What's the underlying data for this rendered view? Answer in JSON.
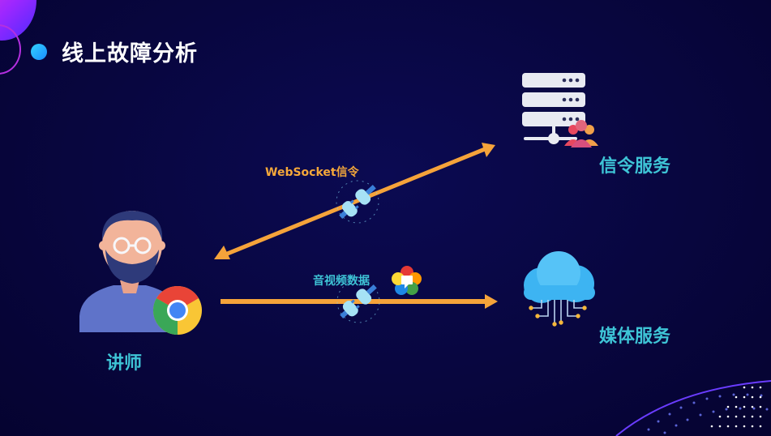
{
  "slide": {
    "title": "线上故障分析"
  },
  "nodes": {
    "teacher": {
      "label": "讲师"
    },
    "signaling": {
      "label": "信令服务"
    },
    "media": {
      "label": "媒体服务"
    }
  },
  "links": {
    "websocket": {
      "label": "WebSocket信令"
    },
    "av": {
      "label": "音视频数据"
    }
  },
  "icons": {
    "teacher_avatar": "person-with-glasses-icon",
    "browser": "chrome-icon",
    "server": "server-rack-icon",
    "users": "users-group-icon",
    "cloud": "cloud-network-icon",
    "plug_top": "plug-connector-icon",
    "plug_bottom": "plug-connector-icon",
    "webrtc": "webrtc-logo-icon"
  },
  "colors": {
    "background": "#08063f",
    "accent_orange": "#f5a33a",
    "accent_teal": "#3ec4d6",
    "accent_blue": "#36b7f0"
  }
}
